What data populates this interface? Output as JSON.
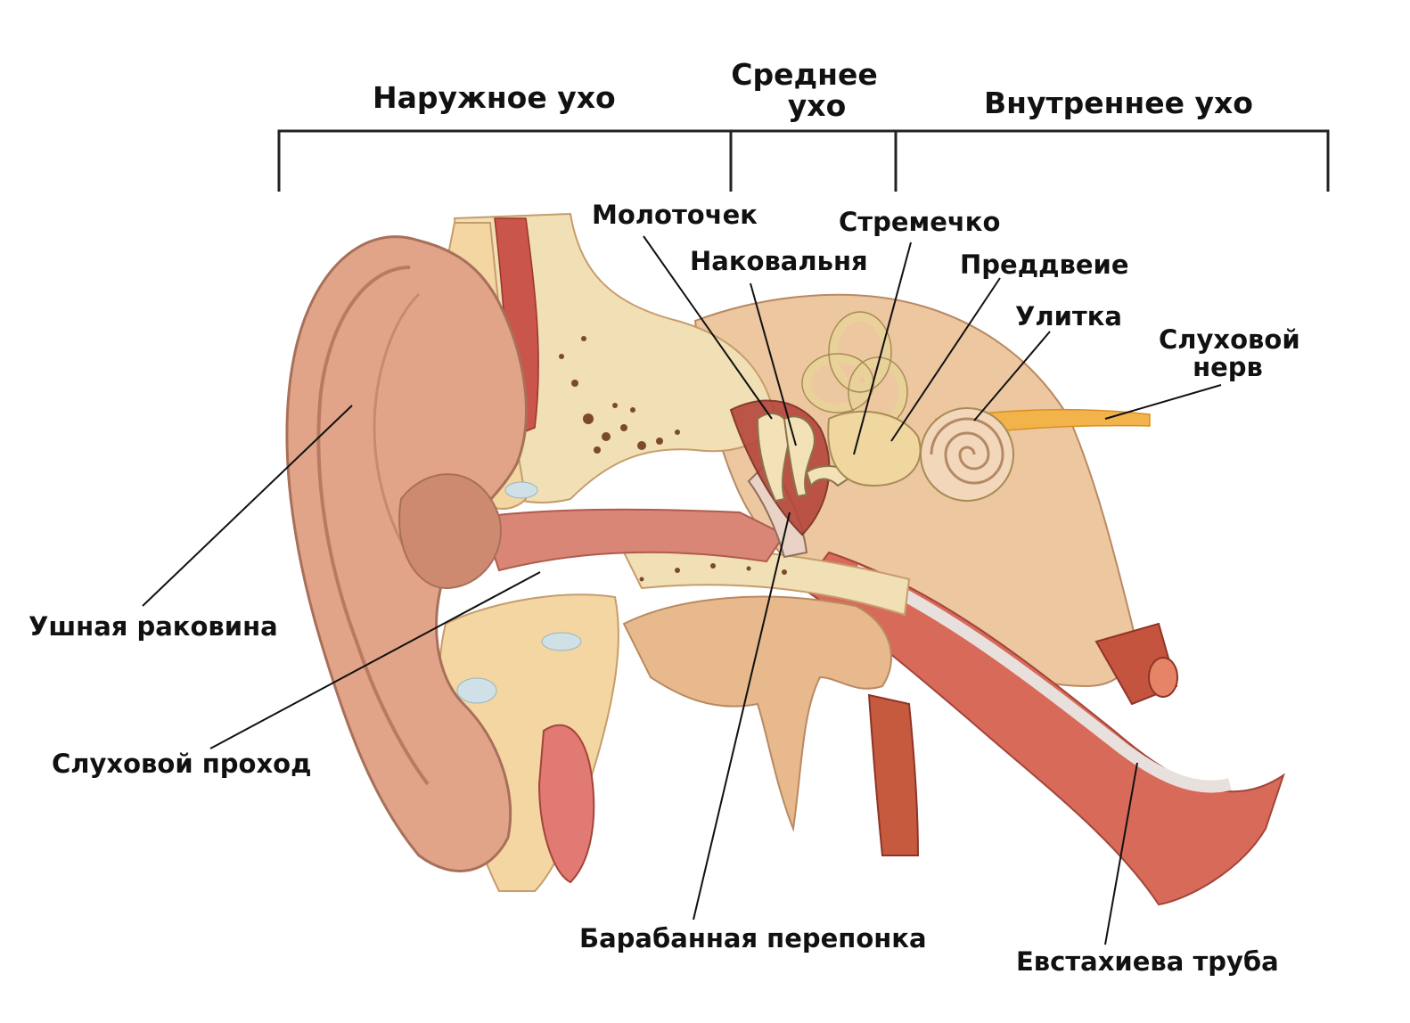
{
  "sections": {
    "outer": "Наружное ухо",
    "middle_line1": "Среднее",
    "middle_line2": "ухо",
    "inner": "Внутреннее ухо"
  },
  "labels": {
    "malleus": "Молоточек",
    "stapes": "Стремечко",
    "incus": "Наковальня",
    "vestibule": "Преддвеие",
    "cochlea": "Улитка",
    "nerve_line1": "Слуховой",
    "nerve_line2": "нерв",
    "auricle": "Ушная раковина",
    "canal": "Слуховой проход",
    "eardrum": "Барабанная перепонка",
    "eustachian": "Евстахиева труба"
  }
}
